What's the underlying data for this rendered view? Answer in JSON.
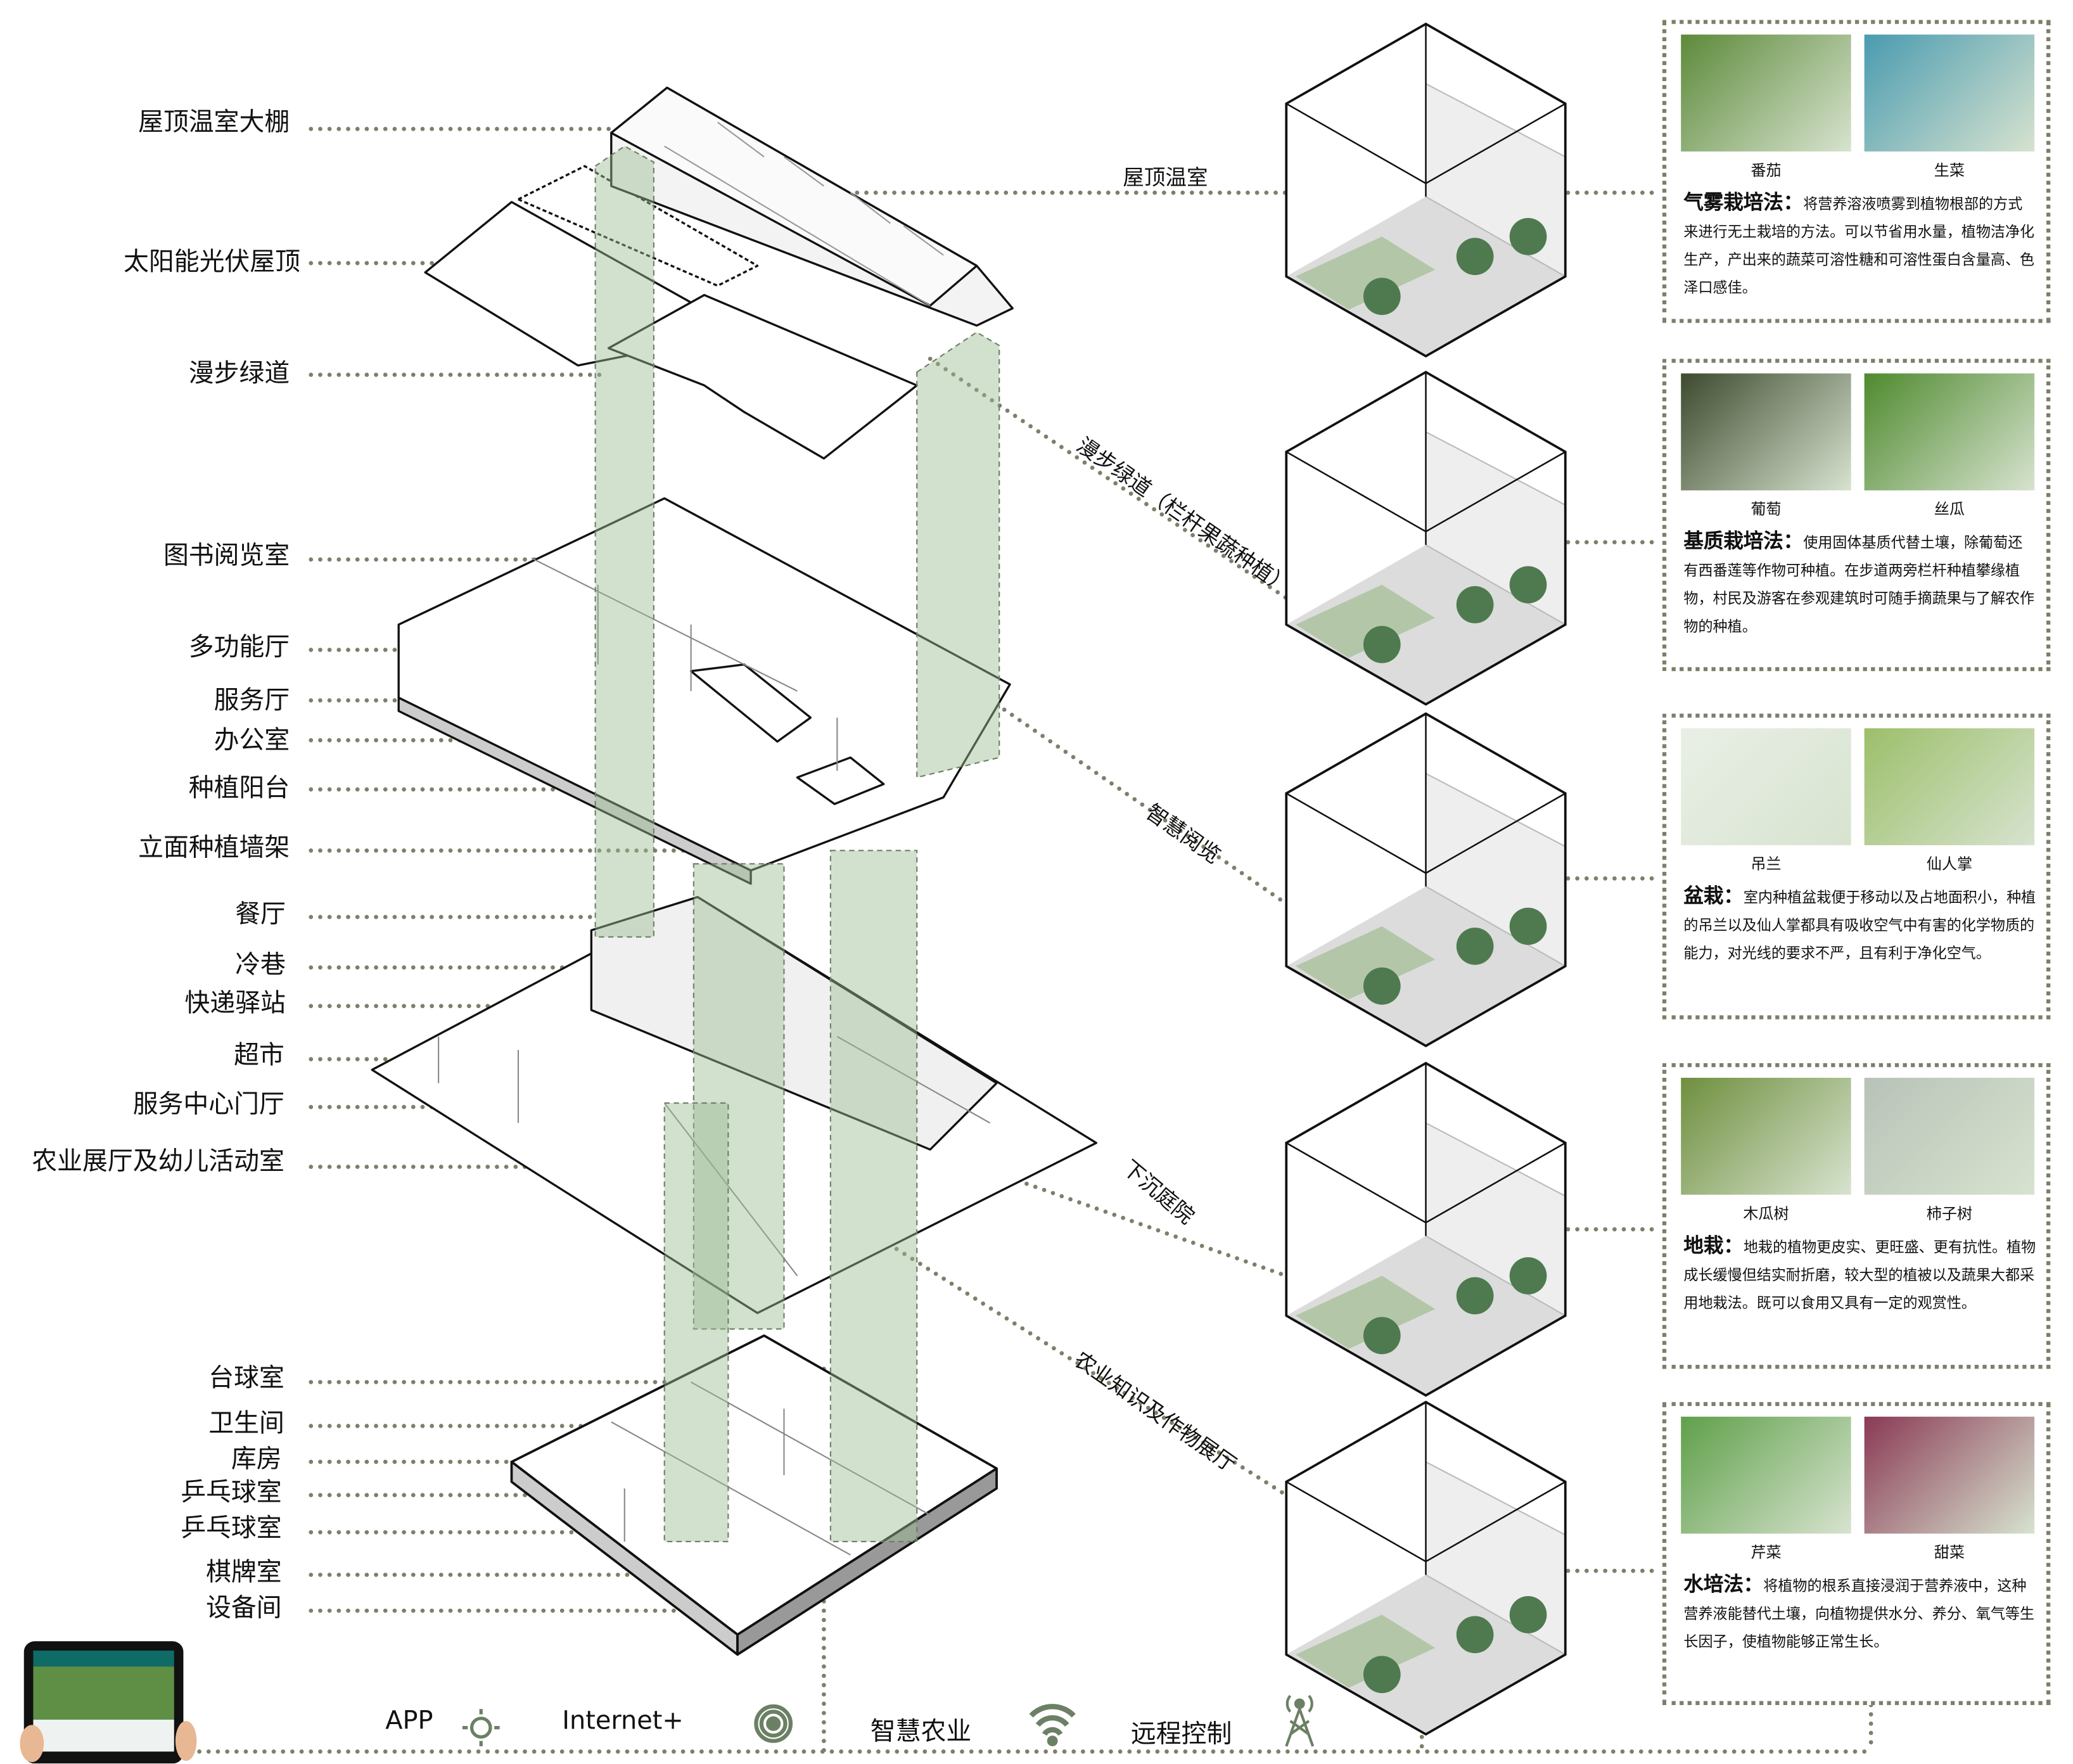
{
  "left_labels": [
    "屋顶温室大棚",
    "太阳能光伏屋顶",
    "漫步绿道",
    "图书阅览室",
    "多功能厅",
    "服务厅",
    "办公室",
    "种植阳台",
    "立面种植墙架",
    "餐厅",
    "冷巷",
    "快递驿站",
    "超市",
    "服务中心门厅",
    "农业展厅及幼儿活动室",
    "台球室",
    "卫生间",
    "库房",
    "乒乓球室",
    "乒乓球室",
    "棋牌室",
    "设备间"
  ],
  "middle_labels": [
    "屋顶温室",
    "漫步绿道（栏杆果蔬种植）",
    "智慧阅览",
    "下沉庭院",
    "农业知识及作物展厅"
  ],
  "panels": [
    {
      "photos": [
        {
          "caption": "番茄"
        },
        {
          "caption": "生菜"
        }
      ],
      "title": "气雾栽培法：",
      "text": "将营养溶液喷雾到植物根部的方式来进行无土栽培的方法。可以节省用水量，植物洁净化生产，产出来的蔬菜可溶性糖和可溶性蛋白含量高、色泽口感佳。"
    },
    {
      "photos": [
        {
          "caption": "葡萄"
        },
        {
          "caption": "丝瓜"
        }
      ],
      "title": "基质栽培法：",
      "text": "使用固体基质代替土壤，除葡萄还有西番莲等作物可种植。在步道两旁栏杆种植攀缘植物，村民及游客在参观建筑时可随手摘蔬果与了解农作物的种植。"
    },
    {
      "photos": [
        {
          "caption": "吊兰"
        },
        {
          "caption": "仙人掌"
        }
      ],
      "title": "盆栽：",
      "text": "室内种植盆栽便于移动以及占地面积小，种植的吊兰以及仙人掌都具有吸收空气中有害的化学物质的能力，对光线的要求不严，且有利于净化空气。"
    },
    {
      "photos": [
        {
          "caption": "木瓜树"
        },
        {
          "caption": "柿子树"
        }
      ],
      "title": "地栽：",
      "text": "地栽的植物更皮实、更旺盛、更有抗性。植物成长缓慢但结实耐折磨，较大型的植被以及蔬果大都采用地栽法。既可以食用又具有一定的观赏性。"
    },
    {
      "photos": [
        {
          "caption": "芹菜"
        },
        {
          "caption": "甜菜"
        }
      ],
      "title": "水培法：",
      "text": "将植物的根系直接浸润于营养液中，这种营养液能替代土壤，向植物提供水分、养分、氧气等生长因子，使植物能够正常生长。"
    }
  ],
  "bottom": {
    "app": "APP",
    "internet": "Internet+",
    "smart_agri": "智慧农业",
    "remote": "远程控制"
  },
  "colors": {
    "accent_green": "#6b8064",
    "dot": "#7d7f68",
    "column_green": "#9cbb93"
  }
}
